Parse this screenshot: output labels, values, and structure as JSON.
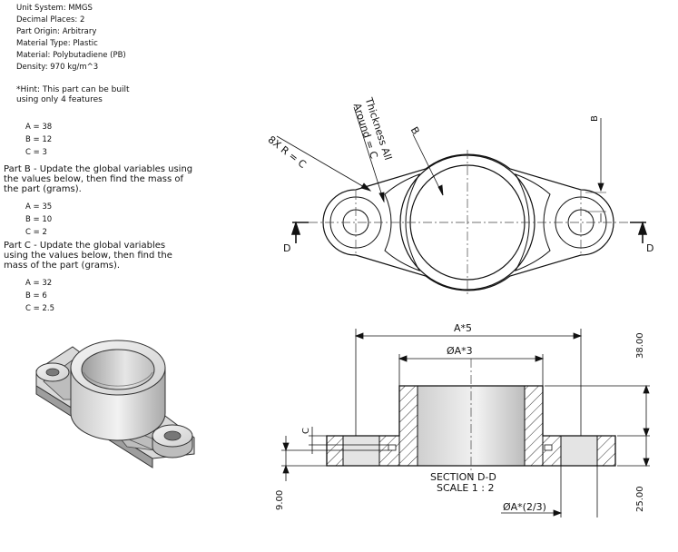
{
  "specs": {
    "unit_system": "Unit System: MMGS",
    "decimal_places": "Decimal Places: 2",
    "part_origin": "Part Origin: Arbitrary",
    "material_type": "Material Type: Plastic",
    "material": "Material: Polybutadiene (PB)",
    "density": "Density: 970 kg/m^3"
  },
  "hint": {
    "line1": "*Hint: This part can be built",
    "line2": "using only 4 features"
  },
  "part_a": {
    "a": "A = 38",
    "b": "B = 12",
    "c": "C = 3"
  },
  "part_b": {
    "line1": "Part B - Update the global variables using",
    "line2": "the values below, then find the mass of",
    "line3": "the part (grams).",
    "a": "A = 35",
    "b": "B = 10",
    "c": "C = 2"
  },
  "part_c": {
    "line1": "Part C - Update the global variables",
    "line2": "using the values below, then find the",
    "line3": "mass of the part (grams).",
    "a": "A = 32",
    "b": "B = 6",
    "c": "C = 2.5"
  },
  "top_view": {
    "radius_label": "8X R = C",
    "thickness_line1": "Thickness All",
    "thickness_line2": "Around = C",
    "b_label_diag": "B",
    "b_label_right": "B",
    "section_left": "D",
    "section_right": "D"
  },
  "section_view": {
    "width_label": "A*5",
    "bore_label": "ØA*3",
    "height_label": "38.00",
    "c_label": "C",
    "bottom_left_dim": "9.00",
    "bottom_right_dim": "25.00",
    "hole_label": "ØA*(2/3)",
    "title_line1": "SECTION D-D",
    "title_line2": "SCALE 1 : 2"
  }
}
